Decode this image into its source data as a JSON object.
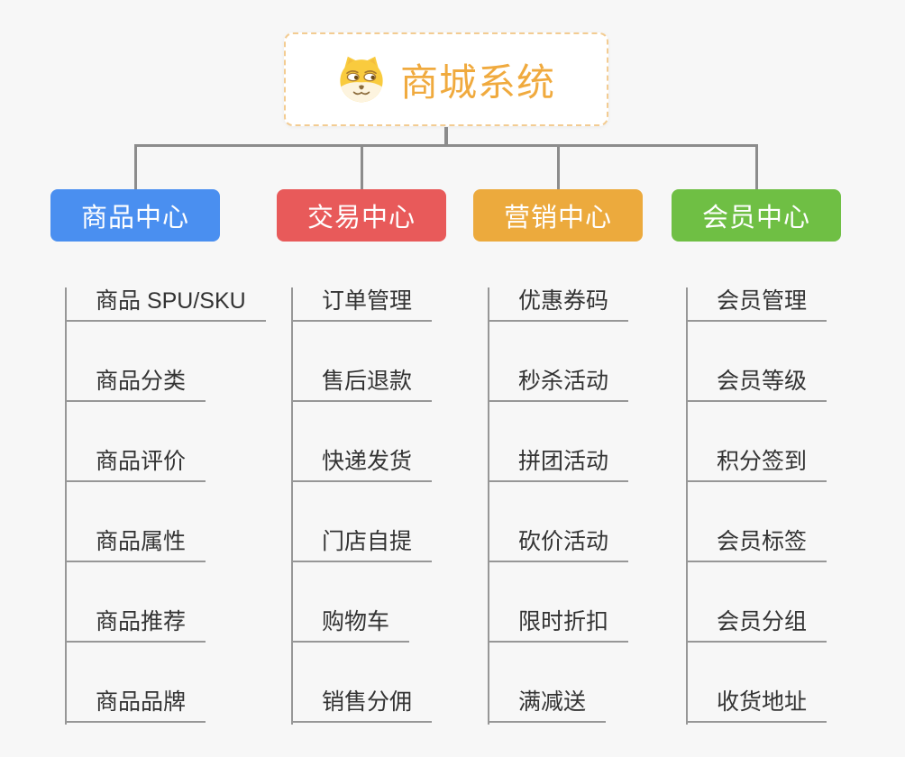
{
  "root": {
    "title": "商城系统",
    "icon": "shiba-dog-icon"
  },
  "branches": [
    {
      "label": "商品中心",
      "color": "#4a8ff0",
      "items": [
        "商品 SPU/SKU",
        "商品分类",
        "商品评价",
        "商品属性",
        "商品推荐",
        "商品品牌"
      ]
    },
    {
      "label": "交易中心",
      "color": "#e85a5a",
      "items": [
        "订单管理",
        "售后退款",
        "快递发货",
        "门店自提",
        "购物车",
        "销售分佣"
      ]
    },
    {
      "label": "营销中心",
      "color": "#ecaa3d",
      "items": [
        "优惠券码",
        "秒杀活动",
        "拼团活动",
        "砍价活动",
        "限时折扣",
        "满减送"
      ]
    },
    {
      "label": "会员中心",
      "color": "#6fbf44",
      "items": [
        "会员管理",
        "会员等级",
        "积分签到",
        "会员标签",
        "会员分组",
        "收货地址"
      ]
    }
  ],
  "style_colors": {
    "connector": "#8c8c8c",
    "leaf_line": "#979797",
    "root_border": "#f3cc92",
    "root_text": "#f0aa3e",
    "background": "#f7f7f7"
  }
}
